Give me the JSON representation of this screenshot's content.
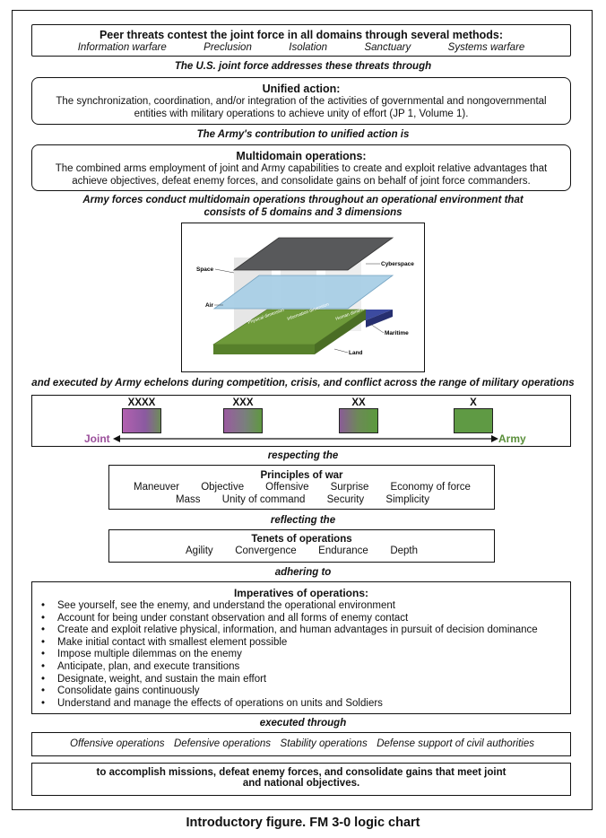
{
  "threats": {
    "title": "Peer threats contest the joint force in all domains through several methods:",
    "methods": [
      "Information warfare",
      "Preclusion",
      "Isolation",
      "Sanctuary",
      "Systems warfare"
    ]
  },
  "connector1": "The U.S. joint force addresses these threats through",
  "unified_action": {
    "title": "Unified action:",
    "body": "The synchronization, coordination, and/or integration of the activities of governmental and nongovernmental entities with military operations to achieve unity of effort (JP 1, Volume 1)."
  },
  "connector2": "The Army's contribution to unified action is",
  "multidomain": {
    "title": "Multidomain operations:",
    "body": "The combined arms employment of joint and Army capabilities to create and exploit relative advantages that achieve objectives, defeat enemy forces, and consolidate gains on behalf of joint force commanders."
  },
  "connector3_line1": "Army forces conduct multidomain operations throughout an operational environment that",
  "connector3_line2": "consists of 5 domains and 3 dimensions",
  "domains_figure": {
    "labels": {
      "space": "Space",
      "cyberspace": "Cyberspace",
      "air": "Air",
      "maritime": "Maritime",
      "land": "Land"
    },
    "dimension_labels": [
      "Physical dimension",
      "Information dimension",
      "Human dimension"
    ],
    "colors": {
      "space": "#58595b",
      "air": "#a9cfe6",
      "maritime": "#2e3a8c",
      "land": "#6e9a3a"
    }
  },
  "connector4": "and executed by Army echelons during competition, crisis, and conflict across the range of military operations",
  "echelons": {
    "items": [
      "XXXX",
      "XXX",
      "XX",
      "X"
    ],
    "joint_label": "Joint",
    "army_label": "Army",
    "colors": {
      "joint": "#9b4f9b",
      "army": "#5a8f3a"
    }
  },
  "connector5": "respecting the",
  "principles": {
    "title": "Principles of war",
    "row1": [
      "Maneuver",
      "Objective",
      "Offensive",
      "Surprise",
      "Economy of force"
    ],
    "row2": [
      "Mass",
      "Unity of command",
      "Security",
      "Simplicity"
    ]
  },
  "connector6": "reflecting the",
  "tenets": {
    "title": "Tenets of operations",
    "items": [
      "Agility",
      "Convergence",
      "Endurance",
      "Depth"
    ]
  },
  "connector7": "adhering to",
  "imperatives": {
    "title": "Imperatives of operations:",
    "items": [
      "See yourself, see the enemy, and understand the operational environment",
      "Account for being under constant observation and all forms of enemy contact",
      "Create and exploit relative physical, information, and human advantages in pursuit of decision dominance",
      "Make initial contact with smallest element possible",
      "Impose multiple dilemmas on the enemy",
      "Anticipate, plan, and execute transitions",
      "Designate, weight, and sustain the main effort",
      "Consolidate gains continuously",
      "Understand and manage the effects of operations on units and Soldiers"
    ]
  },
  "connector8": "executed through",
  "operations": [
    "Offensive operations",
    "Defensive operations",
    "Stability operations",
    "Defense support of civil authorities"
  ],
  "outcome": {
    "line1": "to accomplish missions, defeat enemy forces, and consolidate gains that meet joint",
    "line2": "and national objectives."
  },
  "caption": "Introductory figure. FM 3-0 logic chart"
}
